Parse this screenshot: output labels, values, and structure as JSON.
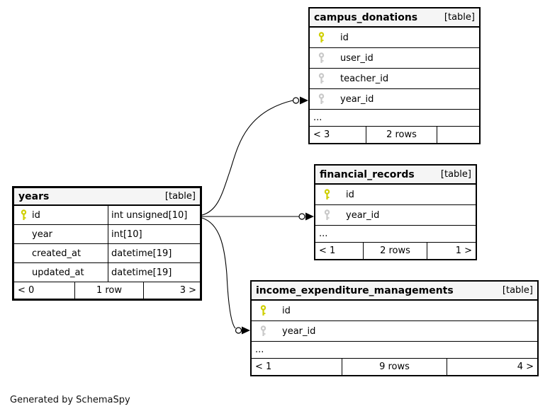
{
  "diagram": {
    "generated_by": "Generated by SchemaSpy",
    "ellipsis": "..."
  },
  "colors": {
    "header_bg": "#f5f5f5",
    "border": "#000000",
    "primary_key": "#cfcf00",
    "foreign_key": "#c9c9c9"
  },
  "tables": {
    "campus_donations": {
      "name": "campus_donations",
      "type_label": "[table]",
      "columns": [
        {
          "name": "id",
          "key": "primary"
        },
        {
          "name": "user_id",
          "key": "foreign"
        },
        {
          "name": "teacher_id",
          "key": "foreign"
        },
        {
          "name": "year_id",
          "key": "foreign"
        }
      ],
      "footer": {
        "left": "< 3",
        "center": "2 rows",
        "right": ""
      }
    },
    "financial_records": {
      "name": "financial_records",
      "type_label": "[table]",
      "columns": [
        {
          "name": "id",
          "key": "primary"
        },
        {
          "name": "year_id",
          "key": "foreign"
        }
      ],
      "footer": {
        "left": "< 1",
        "center": "2 rows",
        "right": "1 >"
      }
    },
    "income_expenditure_managements": {
      "name": "income_expenditure_managements",
      "type_label": "[table]",
      "columns": [
        {
          "name": "id",
          "key": "primary"
        },
        {
          "name": "year_id",
          "key": "foreign"
        }
      ],
      "footer": {
        "left": "< 1",
        "center": "9 rows",
        "right": "4 >"
      }
    },
    "years": {
      "name": "years",
      "type_label": "[table]",
      "columns": [
        {
          "name": "id",
          "type": "int unsigned[10]",
          "key": "primary"
        },
        {
          "name": "year",
          "type": "int[10]",
          "key": ""
        },
        {
          "name": "created_at",
          "type": "datetime[19]",
          "key": ""
        },
        {
          "name": "updated_at",
          "type": "datetime[19]",
          "key": ""
        }
      ],
      "footer": {
        "left": "< 0",
        "center": "1 row",
        "right": "3 >"
      }
    }
  },
  "relationships": [
    {
      "from": "years.id",
      "to": "campus_donations.year_id"
    },
    {
      "from": "years.id",
      "to": "financial_records.year_id"
    },
    {
      "from": "years.id",
      "to": "income_expenditure_managements.year_id"
    }
  ]
}
